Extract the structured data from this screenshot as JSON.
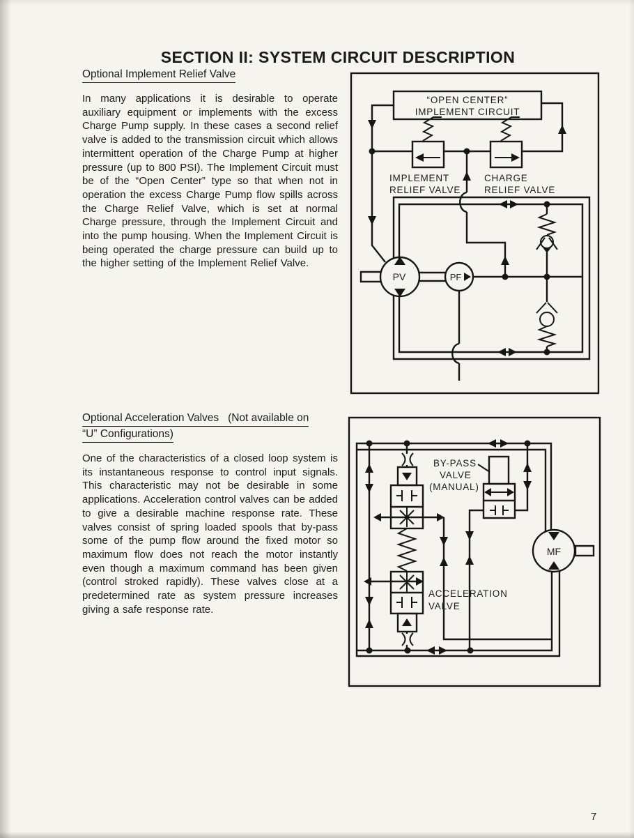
{
  "page": {
    "title": "SECTION II: SYSTEM CIRCUIT DESCRIPTION",
    "page_number": "7"
  },
  "section1": {
    "heading": "Optional Implement Relief Valve",
    "body": "In many applications it is desirable to operate auxiliary equipment or implements with the excess Charge Pump supply. In these cases a second relief valve is added to the transmission circuit which allows intermittent operation of the Charge Pump at higher pressure (up to 800 PSI). The Implement Circuit must be of the “Open Center” type so that when not in operation the excess Charge Pump flow spills across the Charge Relief Valve, which is set at normal Charge pressure, through the Implement Circuit and into the pump housing. When the Implement Circuit is being operated the charge pressure can build up to the higher setting of the Implement Relief Valve."
  },
  "section2": {
    "heading_line1": "Optional Acceleration Valves   (Not available on",
    "heading_line2": "“U” Configurations)",
    "body": "One of the characteristics of a closed loop system is its instantaneous response to control input signals. This characteristic may not be desirable in some applications. Acceleration control valves can be added to give a desirable machine response rate. These valves consist of spring loaded spools that by-pass some of the pump flow around the fixed motor so maximum flow does not reach the motor instantly even though a maximum command has been given (control stroked rapidly). These valves close at a predetermined rate as system pressure increases giving a safe response rate."
  },
  "diagram1": {
    "implement_circuit_line1": "“OPEN CENTER”",
    "implement_circuit_line2": "IMPLEMENT CIRCUIT",
    "implement_relief_line1": "IMPLEMENT",
    "implement_relief_line2": "RELIEF VALVE",
    "charge_relief_line1": "CHARGE",
    "charge_relief_line2": "RELIEF VALVE",
    "pv_label": "PV",
    "pf_label": "PF"
  },
  "diagram2": {
    "bypass_line1": "BY-PASS",
    "bypass_line2": "VALVE",
    "bypass_line3": "(MANUAL)",
    "acceleration_line1": "ACCELERATION",
    "acceleration_line2": "VALVE",
    "mf_label": "MF"
  },
  "colors": {
    "paper": "#f5f4ef",
    "ink": "#1b1b1b"
  }
}
